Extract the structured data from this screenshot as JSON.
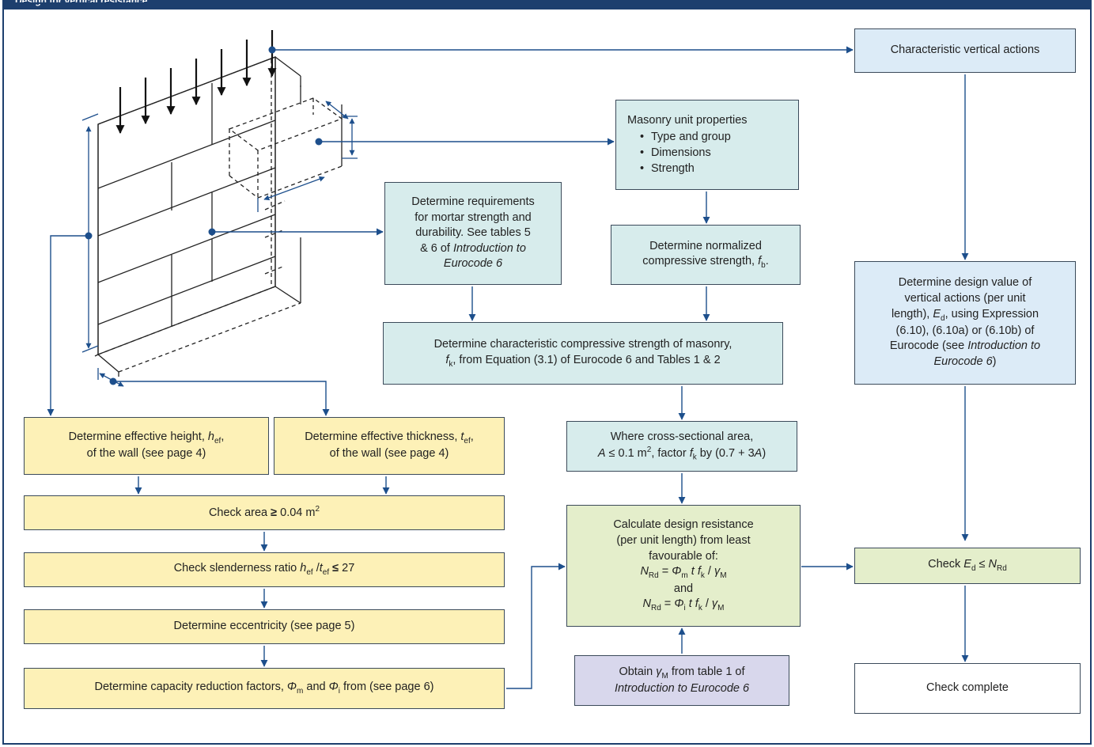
{
  "header": {
    "title": "Design for vertical resistance"
  },
  "nodes": {
    "char_actions": "Characteristic vertical actions",
    "unit_props": {
      "title": "Masonry unit properties",
      "items": [
        "Type and group",
        "Dimensions",
        "Strength"
      ]
    },
    "mortar": [
      "Determine requirements",
      "for mortar strength and",
      "durability.  See tables 5",
      "& 6 of ",
      "Introduction to",
      "Eurocode 6"
    ],
    "normalized": [
      "Determine normalized",
      "compressive strength, ",
      "f",
      "b",
      "."
    ],
    "char_strength": [
      "Determine characteristic compressive strength of masonry,",
      "f",
      "k",
      ", from Equation (3.1) of Eurocode 6 and Tables 1 & 2"
    ],
    "design_value": [
      "Determine design value of",
      "vertical actions (per unit",
      "length), ",
      "E",
      "d",
      ", using Expression",
      "(6.10), (6.10a) or (6.10b) of",
      "Eurocode (see ",
      "Introduction to",
      "Eurocode 6",
      ")"
    ],
    "eff_height": [
      "Determine effective height, ",
      "h",
      "ef",
      ",",
      "of the wall (see page 4)"
    ],
    "eff_thickness": [
      "Determine effective thickness, ",
      "t",
      "ef",
      ",",
      "of the wall (see page 4)"
    ],
    "area_factor": [
      "Where cross-sectional area,",
      "A",
      " ≤ 0.1 m",
      "2",
      ", factor ",
      "f",
      "k",
      " by (0.7 + 3",
      "A",
      ")"
    ],
    "check_area": [
      "Check area ",
      "≥",
      " 0.04 m",
      "2"
    ],
    "slenderness": [
      "Check slenderness ratio ",
      "h",
      "ef",
      " /",
      "t",
      "ef",
      " ",
      "≤",
      " 27"
    ],
    "eccentricity": "Determine eccentricity (see page 5)",
    "capacity": [
      "Determine capacity reduction factors, ",
      "Φ",
      "m",
      " and ",
      "Φ",
      "i",
      " from (see page 6)"
    ],
    "resistance": {
      "lines": [
        "Calculate design resistance",
        "(per unit length) from least",
        "favourable of:"
      ],
      "eq1": [
        "N",
        "Rd",
        " = ",
        "Φ",
        "m",
        " t f",
        "k",
        " / ",
        "γ",
        "M"
      ],
      "and": "and",
      "eq2": [
        "N",
        "Rd",
        " = ",
        "Φ",
        "i",
        " t f",
        "k",
        " / ",
        "γ",
        "M"
      ]
    },
    "check_ed": [
      "Check ",
      "E",
      "d",
      " ≤ ",
      "N",
      "Rd"
    ],
    "gamma": [
      "Obtain ",
      "γ",
      "M",
      " from table 1 of",
      "Introduction to Eurocode 6"
    ],
    "complete": "Check complete"
  },
  "colors": {
    "yellow": "#fdf1b7",
    "teal": "#d7ecec",
    "blue": "#dcebf7",
    "green": "#e4eecb",
    "purple": "#d8d7ec",
    "arrow": "#1d4f8c",
    "frame": "#1d3f6e"
  }
}
